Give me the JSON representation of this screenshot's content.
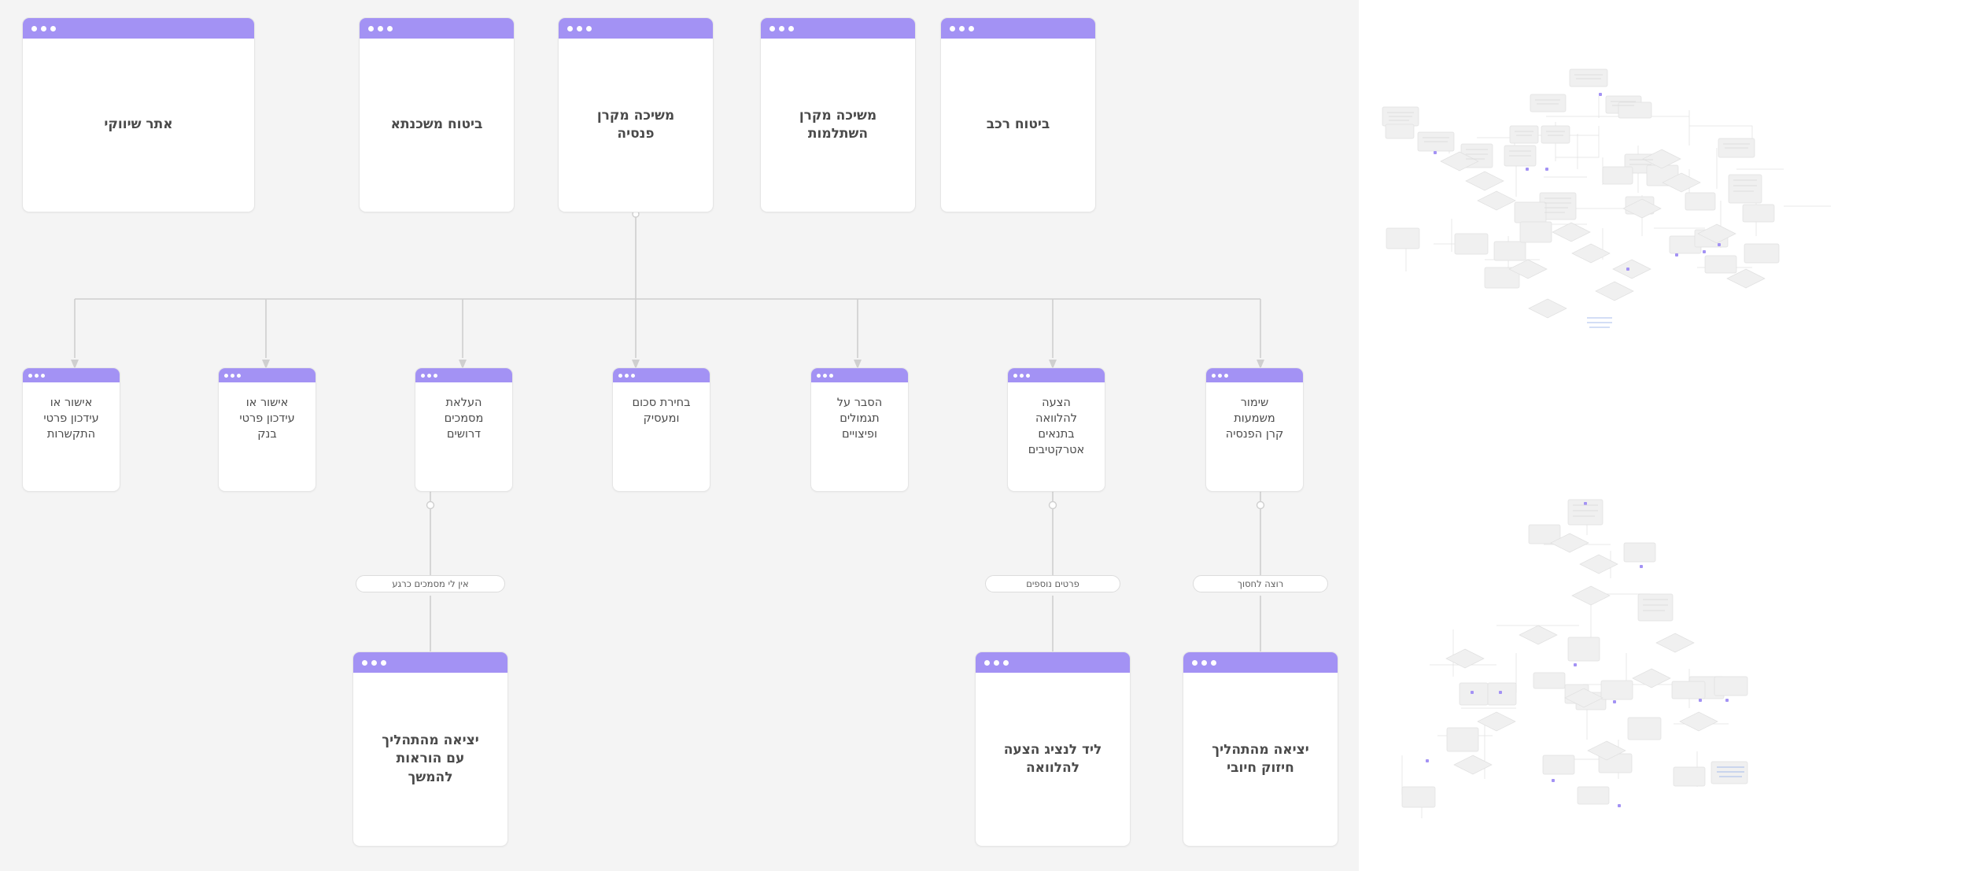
{
  "canvas": {
    "background_color": "#f4f4f4",
    "node_header_color": "#a392f4",
    "edge_color": "#cfcfcf"
  },
  "rows": {
    "top": {
      "nodes": [
        {
          "id": "site",
          "label": "אתר שיווקי"
        },
        {
          "id": "mortgage",
          "label": "ביטוח משכנתא"
        },
        {
          "id": "pension",
          "label": "משיכה מקרן\nפנסיה"
        },
        {
          "id": "education",
          "label": "משיכה מקרן\nהשתלמות"
        },
        {
          "id": "car",
          "label": "ביטוח רכב"
        }
      ]
    },
    "middle": {
      "nodes": [
        {
          "id": "contact-details",
          "label": "אישור או\nעידכון פרטי\nהתקשרות"
        },
        {
          "id": "bank-details",
          "label": "אישור או\nעידכון פרטי\nבנק"
        },
        {
          "id": "upload-docs",
          "label": "העלאת\nמסמכים\nדרושים"
        },
        {
          "id": "amount-employer",
          "label": "בחירת סכום\nומעסיק"
        },
        {
          "id": "rewards-info",
          "label": "הסבר על\nתגמולים\nופיצויים"
        },
        {
          "id": "loan-offer",
          "label": "הצעה\nלהלוואה\nבתנאים\nאטרקטיבים"
        },
        {
          "id": "keep-pension",
          "label": "שימור\nמשמעות\nקרן הפנסיה"
        }
      ]
    },
    "bottom": {
      "nodes": [
        {
          "id": "exit-with-instructions",
          "label": "יציאה מהתהליך\nעם הוראות\nלהמשך"
        },
        {
          "id": "lead-loan-offer",
          "label": "ליד לנציג הצעה\nלהלוואה"
        },
        {
          "id": "exit-positive",
          "label": "יציאה מהתהליך\nחיזוק חיובי"
        }
      ]
    }
  },
  "edge_labels": [
    {
      "id": "no-docs",
      "text": "אין לי מסמכים כרגע"
    },
    {
      "id": "more-details",
      "text": "פרטים נוספים"
    },
    {
      "id": "want-to-save",
      "text": "רוצה לחסוך"
    }
  ],
  "minimap": {
    "name": "flow-overview-minimap",
    "description": "zoomed-out flowchart overview"
  }
}
